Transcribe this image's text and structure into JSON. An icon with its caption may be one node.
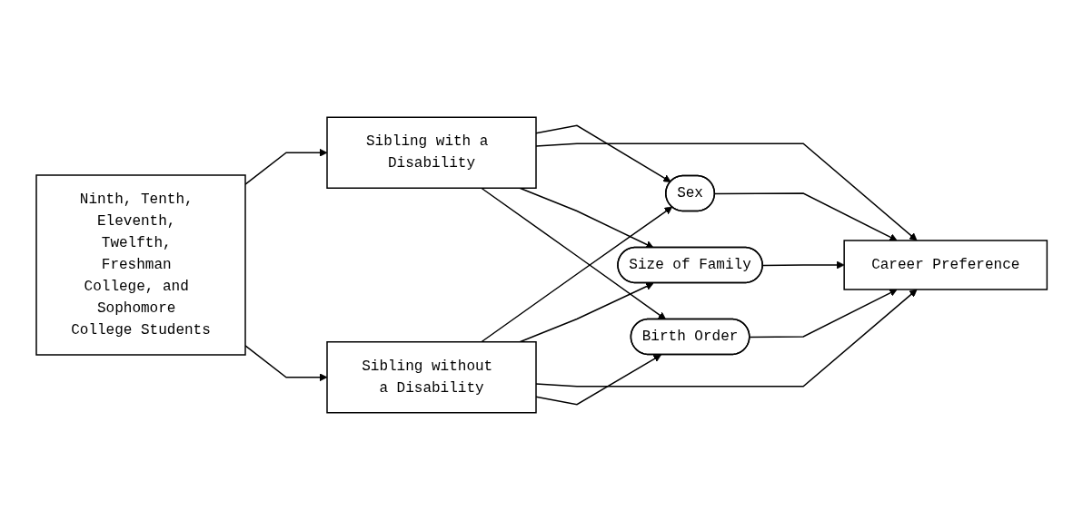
{
  "diagram": {
    "nodes": [
      {
        "text": [
          "Ninth, Tenth, Eleventh, Twelfth, Freshman College, and Sophomore College Students"
        ]
      },
      {
        "text": [
          "Sibling with a Disability"
        ]
      },
      {
        "text": [
          "Sibling without a Disability"
        ]
      },
      {
        "text": [
          "Sex"
        ]
      },
      {
        "text": [
          "Size of Family"
        ]
      },
      {
        "text": [
          "Birth Order"
        ]
      },
      {
        "text": [
          "Career Preference"
        ]
      }
    ],
    "edges": [
      {
        "from": 0,
        "to": 1,
        "arrow": "to"
      },
      {
        "from": 0,
        "to": 2,
        "arrow": "to"
      },
      {
        "from": 1,
        "to": 3,
        "arrow": "to"
      },
      {
        "from": 1,
        "to": 6,
        "arrow": "to"
      },
      {
        "from": 1,
        "to": 4,
        "arrow": "to"
      },
      {
        "from": 1,
        "to": 5,
        "arrow": "to"
      },
      {
        "from": 2,
        "to": 3,
        "arrow": "to"
      },
      {
        "from": 2,
        "to": 4,
        "arrow": "to"
      },
      {
        "from": 2,
        "to": 6,
        "arrow": "to"
      },
      {
        "from": 2,
        "to": 5,
        "arrow": "to"
      },
      {
        "from": 3,
        "to": 6,
        "arrow": "to"
      },
      {
        "from": 4,
        "to": 6,
        "arrow": "to"
      },
      {
        "from": 5,
        "to": 6,
        "arrow": "to"
      }
    ]
  }
}
